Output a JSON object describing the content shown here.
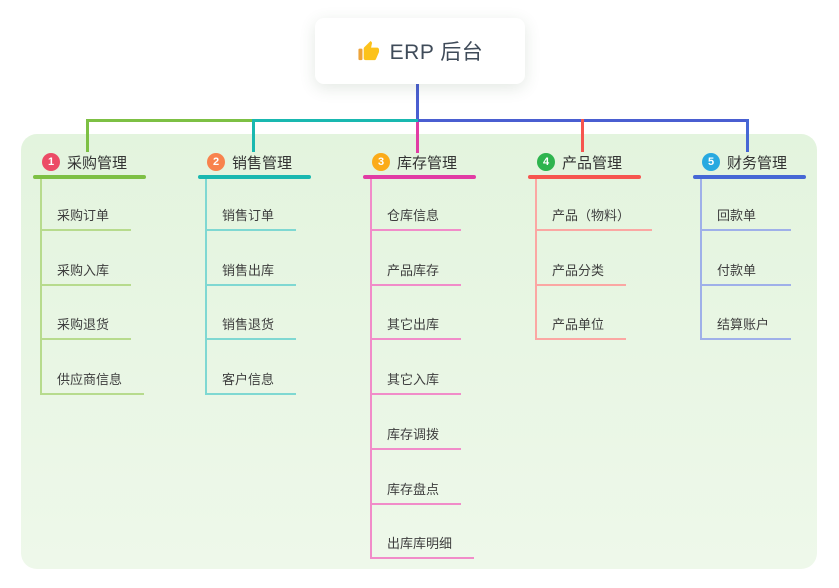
{
  "root": {
    "label": "ERP 后台",
    "icon": "thumbs-up-icon",
    "connector_color": "#4a5ed1",
    "card_background": "#ffffff"
  },
  "panel": {
    "background_color": "#e9f6e4"
  },
  "branches": [
    {
      "num": "1",
      "label": "采购管理",
      "badge_color": "#ec4b66",
      "line_color": "#7dc044",
      "child_line_color": "#b7db8d",
      "children": [
        "采购订单",
        "采购入库",
        "采购退货",
        "供应商信息"
      ]
    },
    {
      "num": "2",
      "label": "销售管理",
      "badge_color": "#f8824d",
      "line_color": "#19b8b0",
      "child_line_color": "#7fd8d2",
      "children": [
        "销售订单",
        "销售出库",
        "销售退货",
        "客户信息"
      ]
    },
    {
      "num": "3",
      "label": "库存管理",
      "badge_color": "#fbab19",
      "line_color": "#e13ca4",
      "child_line_color": "#f18cc9",
      "children": [
        "仓库信息",
        "产品库存",
        "其它出库",
        "其它入库",
        "库存调拨",
        "库存盘点",
        "出库库明细"
      ]
    },
    {
      "num": "4",
      "label": "产品管理",
      "badge_color": "#2eb44e",
      "line_color": "#f6554f",
      "child_line_color": "#fba7a3",
      "children": [
        "产品（物料）",
        "产品分类",
        "产品单位"
      ]
    },
    {
      "num": "5",
      "label": "财务管理",
      "badge_color": "#27a9e0",
      "line_color": "#4667d5",
      "child_line_color": "#9fb0e9",
      "children": [
        "回款单",
        "付款单",
        "结算账户"
      ]
    }
  ]
}
